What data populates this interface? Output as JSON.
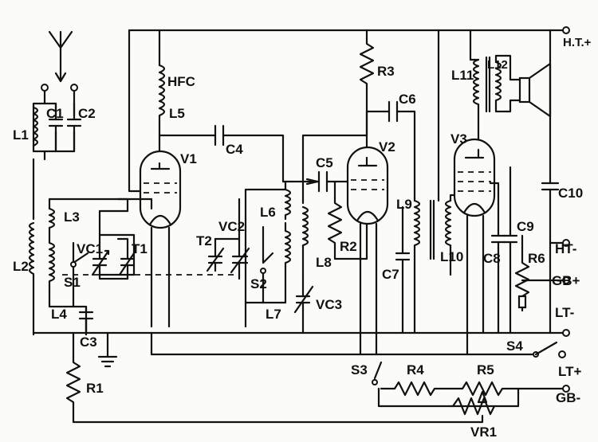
{
  "labels": {
    "hfc": "HFC",
    "l5": "L5",
    "v1": "V1",
    "c4": "C4",
    "r3": "R3",
    "c6": "C6",
    "v2": "V2",
    "c5": "C5",
    "l11": "L11",
    "l12": "L12",
    "v3": "V3",
    "ht_plus": "H.T.+",
    "c1": "C1",
    "c2": "C2",
    "l1": "L1",
    "l2": "L2",
    "l3": "L3",
    "vc1": "VC1",
    "t1": "T1",
    "s1": "S1",
    "l4": "L4",
    "c3": "C3",
    "r1": "R1",
    "t2": "T2",
    "vc2": "VC2",
    "l6": "L6",
    "s2": "S2",
    "l7": "L7",
    "vc3": "VC3",
    "l8": "L8",
    "r2": "R2",
    "c7": "C7",
    "l9": "L9",
    "l10": "L10",
    "c8": "C8",
    "c9": "C9",
    "r6": "R6",
    "c10": "C10",
    "ht_minus": "HT-",
    "gb_plus": "GB+",
    "lt_minus": "LT-",
    "s4": "S4",
    "lt_plus": "LT+",
    "s3": "S3",
    "r4": "R4",
    "r5": "R5",
    "gb_minus": "GB-",
    "vr1": "VR1"
  }
}
